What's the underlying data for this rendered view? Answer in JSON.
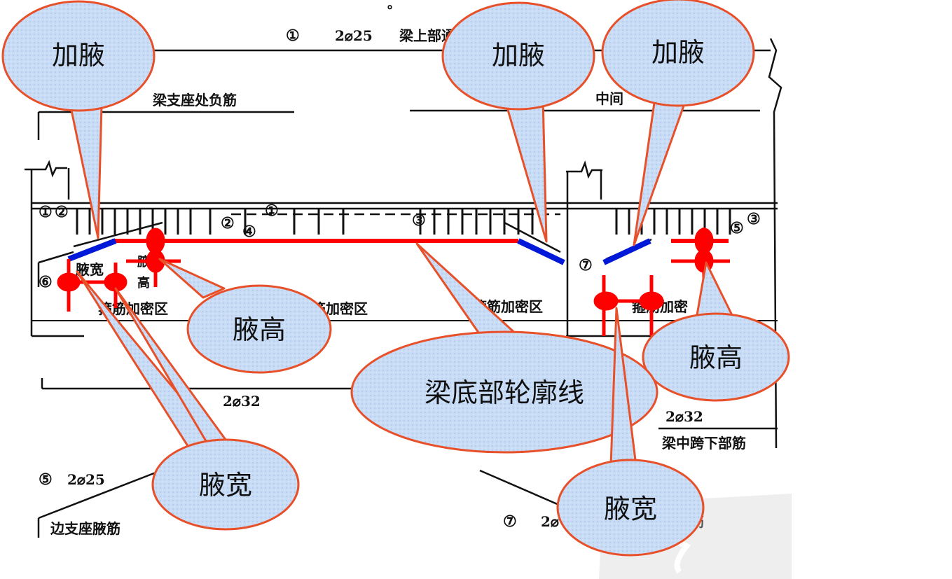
{
  "top_mark": "。",
  "drawing": {
    "rebar_top": "2⌀25",
    "label_top": "梁上部通",
    "label_support_neg": "梁支座处负筋",
    "label_middle": "中间",
    "label_dense_left": "箍筋加密区",
    "label_dense_mid": "筋加密区",
    "label_dense_right": "箍筋加密区",
    "label_dense_far": "箍筋加密",
    "label_haunch_w_small": "腋宽",
    "label_haunch_h_small_1": "腋",
    "label_haunch_h_small_2": "高",
    "rebar_bottom_left": "2⌀32",
    "rebar_bottom_right": "2⌀32",
    "label_bottom_mid": "梁中跨下部筋",
    "rebar_edge": "2⌀25",
    "label_edge": "边支座腋筋",
    "rebar_7_partial": "2⌀",
    "label_7_partial": "筋",
    "circle_1": "①",
    "circle_2": "②",
    "circle_3": "③",
    "circle_4": "④",
    "circle_5": "⑤",
    "circle_6": "⑥",
    "circle_7": "⑦"
  },
  "callouts": {
    "haunch_left": "加腋",
    "haunch_mid": "加腋",
    "haunch_right": "加腋",
    "height_left": "腋高",
    "height_right": "腋高",
    "contour": "梁底部轮廓线",
    "width_left": "腋宽",
    "width_right": "腋宽"
  },
  "colors": {
    "callout_fill": "#c8dcf6",
    "callout_stroke": "#e8502a",
    "highlight_red": "#ff0000",
    "highlight_blue": "#0018d8",
    "drawing_line": "#111111"
  }
}
